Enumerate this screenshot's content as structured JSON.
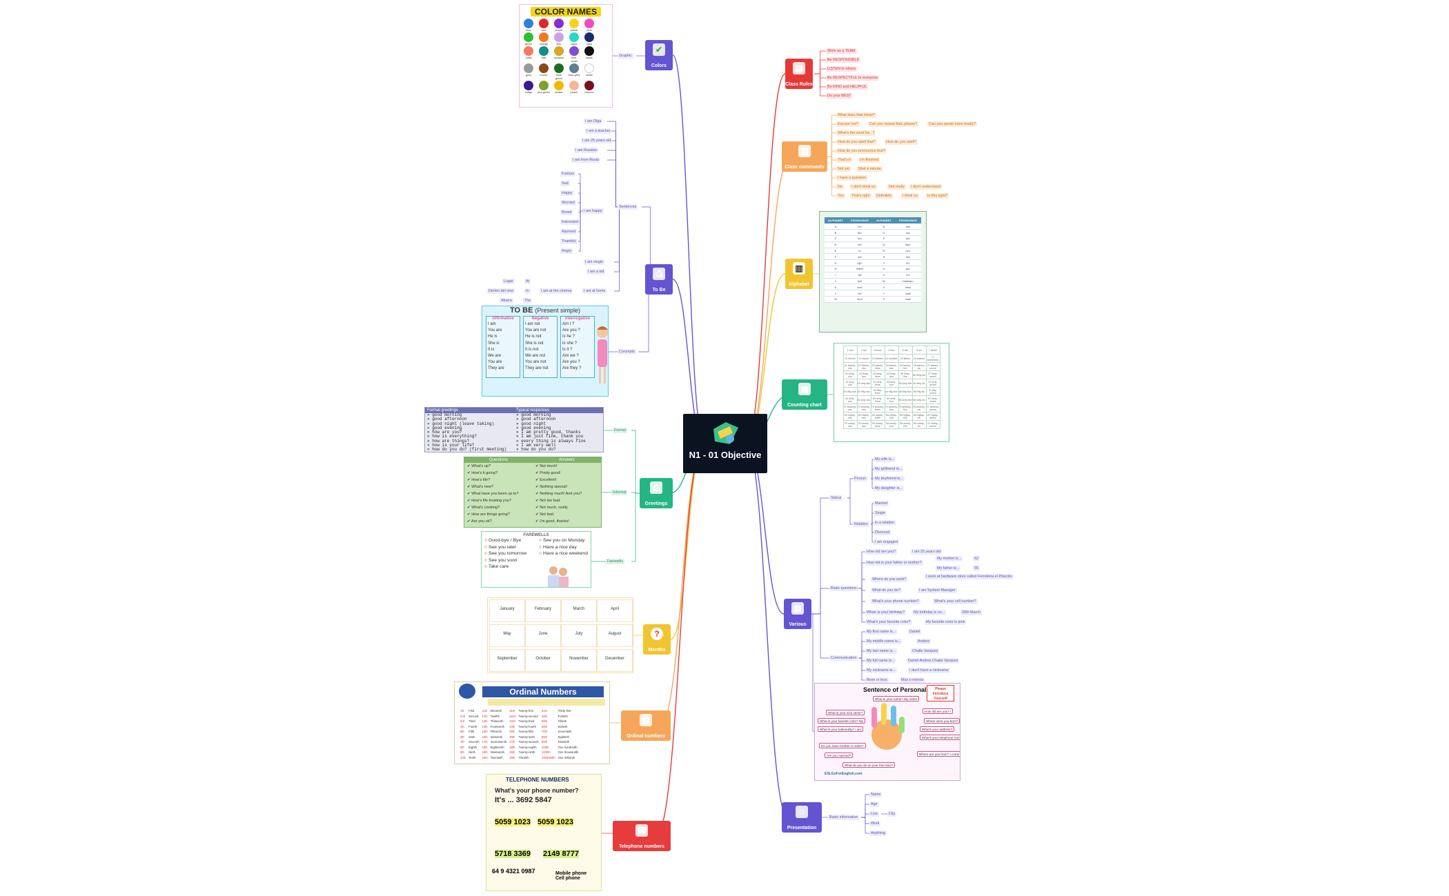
{
  "map": {
    "center": {
      "title": "N1 - 01 Objective"
    },
    "colors": {
      "label": "Colors",
      "leaf": "Graphic",
      "image": {
        "title": "COLOR NAMES",
        "swatches": [
          {
            "name": "blue",
            "color": "#2f7fe0"
          },
          {
            "name": "red",
            "color": "#e02828"
          },
          {
            "name": "purple",
            "color": "#8a2bd1"
          },
          {
            "name": "yellow",
            "color": "#f3d51e"
          },
          {
            "name": "pink",
            "color": "#f04ac1"
          },
          {
            "name": "green",
            "color": "#2fbf2f"
          },
          {
            "name": "orange",
            "color": "#f37a1c"
          },
          {
            "name": "lilac",
            "color": "#c9a2e8"
          },
          {
            "name": "aqua",
            "color": "#26d9c8"
          },
          {
            "name": "navy",
            "color": "#1a2b6b"
          },
          {
            "name": "coral",
            "color": "#f47a5f"
          },
          {
            "name": "teal",
            "color": "#138d8d"
          },
          {
            "name": "mustard",
            "color": "#d9a81f"
          },
          {
            "name": "blue-violet",
            "color": "#7a4fd6"
          },
          {
            "name": "black",
            "color": "#111111"
          },
          {
            "name": "grey",
            "color": "#9a9a9a"
          },
          {
            "name": "brown",
            "color": "#8b4a1a"
          },
          {
            "name": "dark green",
            "color": "#1e6b24"
          },
          {
            "name": "blue-grey",
            "color": "#5f7e90"
          },
          {
            "name": "white",
            "color": "#ffffff"
          },
          {
            "name": "indigo",
            "color": "#3b1a8a"
          },
          {
            "name": "pea green",
            "color": "#7ba22a"
          },
          {
            "name": "amber",
            "color": "#f5b800"
          },
          {
            "name": "peach",
            "color": "#f8b59a"
          },
          {
            "name": "maroon",
            "color": "#7a1020"
          }
        ]
      }
    },
    "tobe": {
      "label": "To Be",
      "sentences": "Sentences",
      "concepts": "Concepts",
      "leaves": [
        "I am Olga",
        "I am a teacher",
        "I am 25 years old",
        "I am Russian",
        "I am from Rusia",
        "I am happy",
        "Furious",
        "Sad",
        "Happy",
        "Worried",
        "Bored",
        "Interested",
        "Alarmed",
        "Thankful",
        "Angry",
        "I am single",
        "I am a kid",
        "I am at the cinema",
        "I am at home",
        "Lugar",
        "Dentro del cine",
        "Afuera",
        "At",
        "In",
        "The"
      ],
      "image": {
        "title": "TO BE",
        "subtitle": "(Present simple)",
        "aff": {
          "head": "Affirmative",
          "rows": [
            "I am",
            "You are",
            "He is",
            "She is",
            "It is",
            "We are",
            "You are",
            "They are"
          ]
        },
        "neg": {
          "head": "Negative",
          "rows": [
            "I am not",
            "You are not",
            "He is not",
            "She is not",
            "It is not",
            "We are not",
            "You are not",
            "They are not"
          ]
        },
        "int": {
          "head": "Interrogative",
          "rows": [
            "Am I ?",
            "Are you ?",
            "Is he ?",
            "Is she ?",
            "Is it ?",
            "Are we ?",
            "Are you ?",
            "Are they ?"
          ]
        }
      }
    },
    "greetings": {
      "label": "Greetings",
      "formal": "Formal",
      "informal": "Informal",
      "farewells": "Farewells",
      "formal_img": {
        "h1": "Formal greetings",
        "h2": "Typical responses",
        "left": [
          "» good morning",
          "» good afternoon",
          "» good night (leave taking)",
          "» good evening",
          "» how are you?",
          "» how is everything?",
          "» how are things?",
          "» how is your life?",
          "» how do you do? (first meeting)"
        ],
        "right": [
          "» good morning",
          "» good afternoon",
          "» good night",
          "» good evening",
          "» I am pretty good, thanks",
          "» I am just fine, thank you",
          "» every thing is always fine",
          "» I am very well",
          "» how do you do?"
        ]
      },
      "informal_img": {
        "h1": "Questions",
        "h2": "Answers",
        "left": [
          "What's up?",
          "How's it going?",
          "How's life?",
          "What's new?",
          "What have you been up to?",
          "How's life treating you?",
          "What's cooking?",
          "How are things going?",
          "Are you ok?"
        ],
        "right": [
          "Not much!",
          "Pretty good!",
          "Excellent!",
          "Nothing special!",
          "Nothing much! And you?",
          "Not too bad.",
          "Not much, really.",
          "Not bad.",
          "I'm good, thanks!"
        ]
      },
      "farewell_img": {
        "title": "FAREWELLS",
        "left": [
          "Good-bye / Bye",
          "See you later",
          "See you tomorrow",
          "See you soon",
          "Take care"
        ],
        "right": [
          "See you on Monday",
          "Have a nice day",
          "Have a nice weekend"
        ]
      }
    },
    "months": {
      "label": "Months",
      "items": [
        "January",
        "February",
        "March",
        "April",
        "May",
        "June",
        "July",
        "August",
        "September",
        "October",
        "November",
        "December"
      ]
    },
    "ordinal": {
      "label": "Ordinal numbers",
      "image": {
        "title": "Ordinal Numbers",
        "cols": [
          [
            [
              "1st",
              "First"
            ],
            [
              "2nd",
              "Second"
            ],
            [
              "3rd",
              "Third"
            ],
            [
              "4th",
              "Fourth"
            ],
            [
              "5th",
              "Fifth"
            ],
            [
              "6th",
              "Sixth"
            ],
            [
              "7th",
              "Seventh"
            ],
            [
              "8th",
              "Eighth"
            ],
            [
              "9th",
              "Ninth"
            ],
            [
              "10th",
              "Tenth"
            ]
          ],
          [
            [
              "11th",
              "Eleventh"
            ],
            [
              "12th",
              "Twelfth"
            ],
            [
              "13th",
              "Thirteenth"
            ],
            [
              "14th",
              "Fourteenth"
            ],
            [
              "15th",
              "Fifteenth"
            ],
            [
              "16th",
              "Sixteenth"
            ],
            [
              "17th",
              "Seventeenth"
            ],
            [
              "18th",
              "Eighteenth"
            ],
            [
              "19th",
              "Nineteenth"
            ],
            [
              "20th",
              "Twentieth"
            ]
          ],
          [
            [
              "21st",
              "Twenty-first"
            ],
            [
              "22nd",
              "Twenty-second"
            ],
            [
              "23rd",
              "Twenty-third"
            ],
            [
              "24th",
              "Twenty-fourth"
            ],
            [
              "25th",
              "Twenty-fifth"
            ],
            [
              "26th",
              "Twenty-sixth"
            ],
            [
              "27th",
              "Twenty-seventh"
            ],
            [
              "28th",
              "Twenty-eighth"
            ],
            [
              "29th",
              "Twenty-ninth"
            ],
            [
              "30th",
              "Thirtieth"
            ]
          ],
          [
            [
              "31st",
              "Thirty-first"
            ],
            [
              "40th",
              "Fortieth"
            ],
            [
              "50th",
              "Fiftieth"
            ],
            [
              "60th",
              "Sixtieth"
            ],
            [
              "70th",
              "Seventieth"
            ],
            [
              "80th",
              "Eightieth"
            ],
            [
              "90th",
              "Ninetieth"
            ],
            [
              "100th",
              "One hundredth"
            ],
            [
              "1000th",
              "One thousandth"
            ],
            [
              "1000000th",
              "One millionth"
            ]
          ]
        ]
      }
    },
    "telephone": {
      "label": "Telephone numbers",
      "image": {
        "title": "TELEPHONE NUMBERS",
        "q": "What's your phone number?",
        "n1": "It's ... 3692 5847",
        "n2": "5059 1023",
        "n3": "5718 3369",
        "n4": "2149 8777",
        "n5": "64 9 4321 0987",
        "m": "Mobile phone",
        "c": "Cell phone"
      }
    },
    "rules": {
      "label": "Class Rules",
      "items": [
        "Work as a TEAM",
        "Be RESPONSIBLE",
        "LISTEN to others",
        "Be RESPECTFUL to everyone",
        "Be KIND and HELPFUL",
        "Do your BEST"
      ]
    },
    "commands": {
      "label": "Class commands",
      "items": [
        "What does that mean?",
        "Excuse me?",
        "Can you repeat that, please?",
        "Can you speak more loudly?",
        "What's the word for...?",
        "How do you spell that?",
        "How do you spell?",
        "How do you pronounce that?",
        "That's it",
        "I'm finished",
        "Not yet",
        "Wait a minute",
        "I have a question",
        "No",
        "I don't think so",
        "Not really",
        "I don't understand",
        "Yes",
        "That's right",
        "Definitely",
        "I think so",
        "Is this right?"
      ]
    },
    "alphabet": {
      "label": "Alphabet",
      "head": [
        "ALPHABET",
        "PRONOUNCE",
        "ALPHABET",
        "PRONOUNCE"
      ],
      "rows": [
        [
          "A",
          "/ei/",
          "N",
          "/en/"
        ],
        [
          "B",
          "/bi:/",
          "O",
          "/ou/"
        ],
        [
          "C",
          "/si:/",
          "P",
          "/pi:/"
        ],
        [
          "D",
          "/di:/",
          "Q",
          "/kju:/"
        ],
        [
          "E",
          "/i:/",
          "R",
          "/a:r/"
        ],
        [
          "F",
          "/ef/",
          "S",
          "/es/"
        ],
        [
          "G",
          "/dji:/",
          "T",
          "/ti:/"
        ],
        [
          "H",
          "/eitch/",
          "U",
          "/ju:/"
        ],
        [
          "I",
          "/ai/",
          "V",
          "/vi:/"
        ],
        [
          "J",
          "/jei/",
          "W",
          "/'dabelju:/"
        ],
        [
          "K",
          "/kei/",
          "X",
          "/eks/"
        ],
        [
          "L",
          "/el/",
          "Y",
          "/wai/"
        ],
        [
          "M",
          "/em/",
          "Z",
          "/zed/"
        ]
      ]
    },
    "counting": {
      "label": "Counting chart"
    },
    "various": {
      "label": "Various",
      "leaves": [
        "Status",
        "Person",
        "My wife is...",
        "My girlfriend is...",
        "My boyfriend is...",
        "My daughter is...",
        "Relation",
        "Married",
        "Single",
        "In a relation",
        "Divorced",
        "I am engaged",
        "Basic questions",
        "How old are you?",
        "I am 25 years old",
        "How old is your father or mother?",
        "My mother is...",
        "My father is...",
        "52",
        "55",
        "Where do you work?",
        "I work at hardware store called Ferreteria el Pilarcito",
        "What do you do?",
        "I am System Manager",
        "What's your phone number?",
        "What's your cell number?",
        "When is your birthday?",
        "My birthday is on...",
        "26th March",
        "What's your favorite color?",
        "My favorite color is pink",
        "Communication",
        "My first name is...",
        "Daniel",
        "My middle name is...",
        "Andres",
        "My last name is...",
        "Chaila Vasquez",
        "My full name is...",
        "Daniel Andres Chaila Vasquez",
        "My nickname is...",
        "I don't have a nickname",
        "More or less",
        "Mas o menos"
      ],
      "image": {
        "title": "Sentence of Personal",
        "bubble": "Please introduce Yourself",
        "url": "ESLGoForEnglish.com",
        "qs": [
          "What is your name? My name",
          "What is your nick name?",
          "How old are you? I",
          "What is your favorite color? My",
          "Where were you born?",
          "What is your nationality? I am",
          "What's your address?",
          "What's your telephone number?",
          "Do you have brother or sister?",
          "Are you married?",
          "Where are you from? I come",
          "What do you do on your free time?"
        ]
      }
    },
    "presentation": {
      "label": "Presentation",
      "info": "Basic information",
      "items": [
        "Name",
        "Age",
        "Live",
        "City",
        "Work",
        "Anything"
      ]
    }
  }
}
